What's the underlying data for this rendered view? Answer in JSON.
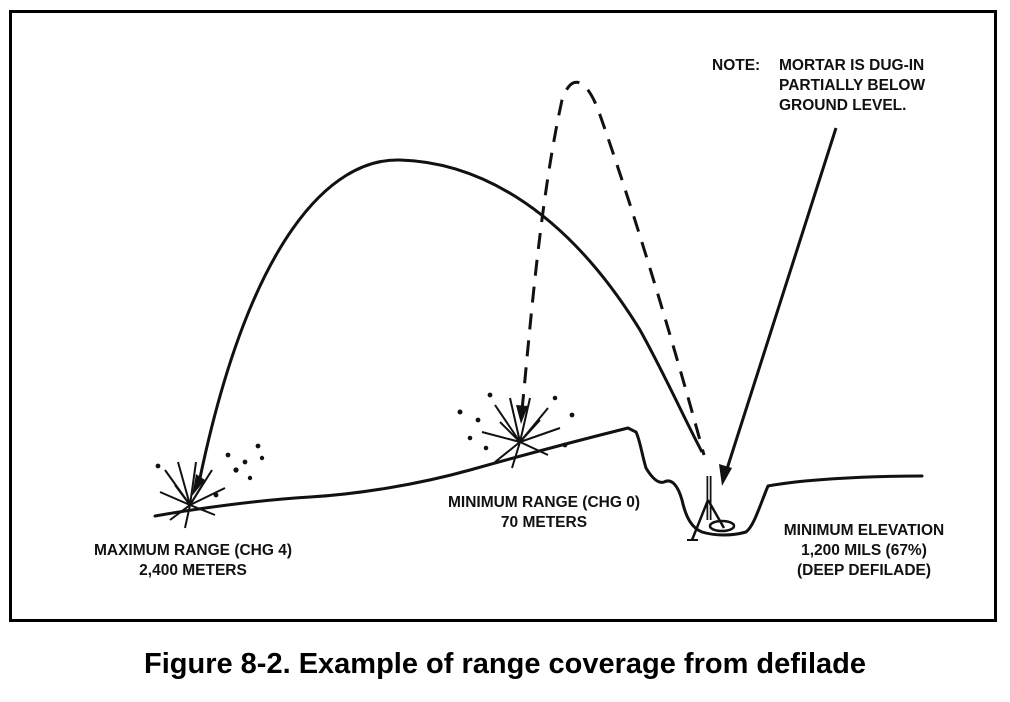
{
  "note": {
    "prefix": "NOTE:",
    "lines": [
      "MORTAR IS DUG-IN",
      "PARTIALLY BELOW",
      "GROUND LEVEL."
    ]
  },
  "labels": {
    "max_range": [
      "MAXIMUM RANGE (CHG 4)",
      "2,400 METERS"
    ],
    "min_range": [
      "MINIMUM RANGE (CHG 0)",
      "70 METERS"
    ],
    "min_elevation": [
      "MINIMUM ELEVATION",
      "1,200 MILS (67%)",
      "(DEEP DEFILADE)"
    ]
  },
  "caption": "Figure 8-2. Example of range coverage from defilade",
  "colors": {
    "ink": "#111111",
    "frame": "#000000",
    "background": "#ffffff"
  }
}
